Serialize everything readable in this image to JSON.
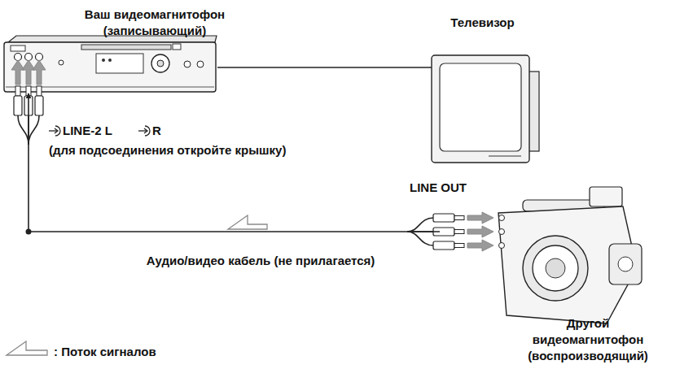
{
  "diagram": {
    "nodes": [
      {
        "text": [
          "Ваш видеомагнитофон (записывающий)"
        ]
      },
      {
        "text": [
          "Телевизор"
        ]
      },
      {
        "text": [
          "Другой видеомагнитофон (воспроизводящий)"
        ]
      }
    ],
    "edges": [
      {
        "from": 0,
        "to": 1,
        "arrow": "none"
      },
      {
        "from": 2,
        "to": 0,
        "arrow": "to",
        "label": "Аудио/видео кабель (не прилагается)"
      }
    ],
    "labels": [
      "LINE-2 L",
      "R",
      "(для подсоединения откройте крышку)",
      "LINE OUT"
    ],
    "legend": [
      {
        "text": ": Поток сигналов"
      }
    ]
  }
}
